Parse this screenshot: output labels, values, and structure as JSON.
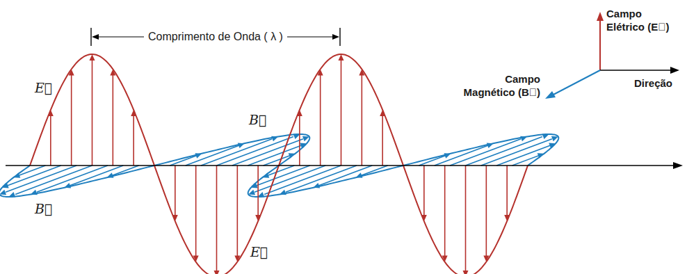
{
  "diagram": {
    "labels": [
      "Comprimento de Onda ( λ )",
      "E⃗",
      "B⃗",
      "B⃗",
      "E⃗",
      "Campo Elétrico (E⃗)",
      "Campo Magnético (B⃗)",
      "Direção"
    ]
  }
}
